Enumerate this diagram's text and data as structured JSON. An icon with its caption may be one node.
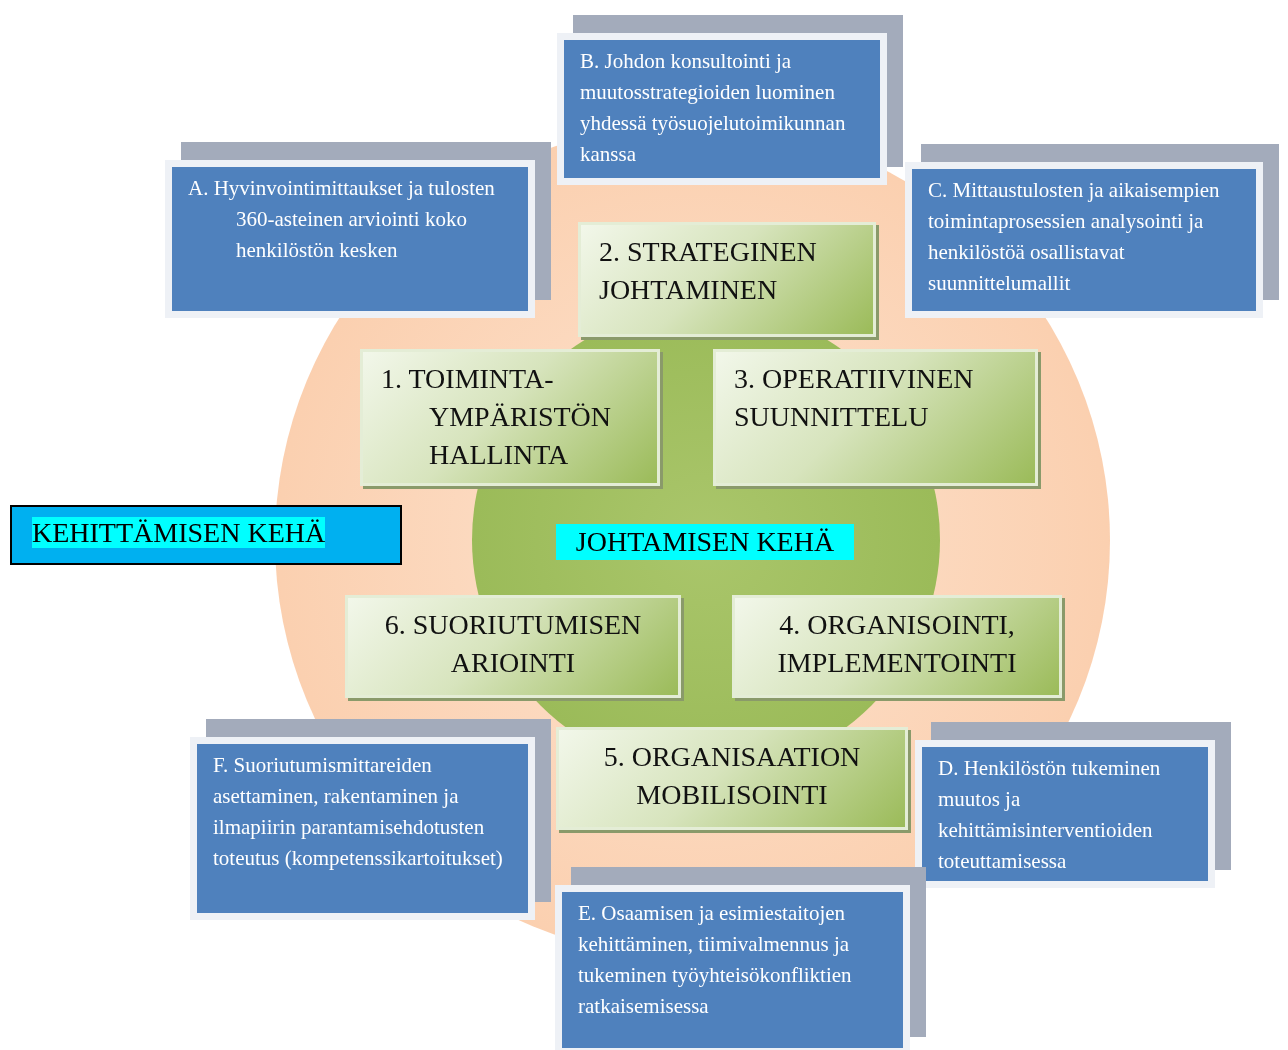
{
  "diagram": {
    "nodes": [
      {
        "text": [
          "B. Johdon konsultointi ja muutosstrategioiden luominen yhdessä työsuojelutoimikunnan kanssa"
        ]
      },
      {
        "text": [
          "A. Hyvinvointimittaukset ja tulosten 360-asteinen arviointi koko henkilöstön kesken"
        ]
      },
      {
        "text": [
          "C. Mittaustulosten ja aikaisempien toimintaprosessien analysointi ja henkilöstöä osallistavat suunnittelumallit"
        ]
      },
      {
        "text": [
          "2. STRATEGINEN JOHTAMINEN"
        ]
      },
      {
        "text": [
          "1. TOIMINTA-YMPÄRISTÖN HALLINTA"
        ]
      },
      {
        "text": [
          "3. OPERATIIVINEN SUUNNITTELU"
        ]
      },
      {
        "text": [
          "KEHITTÄMISEN KEHÄ"
        ]
      },
      {
        "text": [
          "JOHTAMISEN KEHÄ"
        ]
      },
      {
        "text": [
          "6. SUORIUTUMISEN ARIOINTI"
        ]
      },
      {
        "text": [
          "4. ORGANISOINTI, IMPLEMENTOINTI"
        ]
      },
      {
        "text": [
          "F. Suoriutumismittareiden asettaminen, rakentaminen ja ilmapiirin parantamisehdotusten toteutus (kompetenssikartoitukset)"
        ]
      },
      {
        "text": [
          "5. ORGANISAATION MOBILISOINTI"
        ]
      },
      {
        "text": [
          "D. Henkilöstön tukeminen muutos ja kehittämisinterventioiden toteuttamisessa"
        ]
      },
      {
        "text": [
          "E. Osaamisen ja esimiestaitojen kehittäminen, tiimivalmennus ja tukeminen työyhteisökonfliktien ratkaisemisessa"
        ]
      }
    ]
  }
}
